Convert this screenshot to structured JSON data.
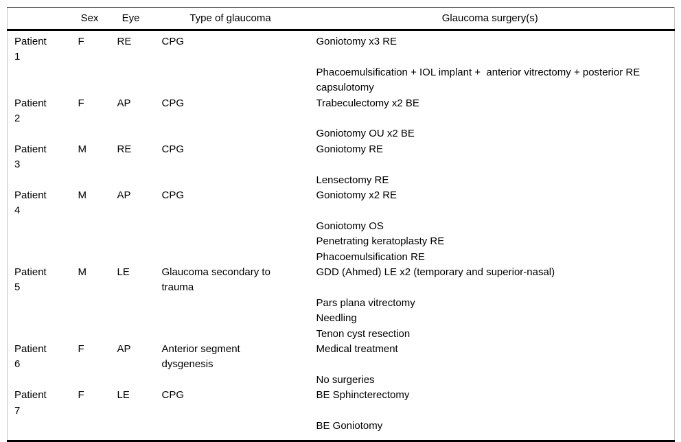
{
  "colors": {
    "text": "#000000",
    "rule_heavy": "#000000",
    "rule_top": "#000000",
    "frame_sides": "#c2c2c2",
    "background": "#ffffff"
  },
  "table": {
    "headers": [
      "",
      "Sex",
      "Eye",
      "Type of glaucoma",
      "Glaucoma surgery(s)"
    ],
    "patients": [
      {
        "label": "Patient 1",
        "sex": "F",
        "eye": "RE",
        "type": "CPG",
        "first_surgery": "Goniotomy x3 RE",
        "other_surgeries": [
          "Phacoemulsification + IOL implant +  anterior vitrectomy + posterior RE capsulotomy"
        ]
      },
      {
        "label": "Patient 2",
        "sex": "F",
        "eye": "AP",
        "type": "CPG",
        "first_surgery": "Trabeculectomy x2 BE",
        "other_surgeries": [
          "Goniotomy OU x2 BE"
        ]
      },
      {
        "label": "Patient 3",
        "sex": "M",
        "eye": "RE",
        "type": "CPG",
        "first_surgery": "Goniotomy RE",
        "other_surgeries": [
          "Lensectomy RE"
        ]
      },
      {
        "label": "Patient 4",
        "sex": "M",
        "eye": "AP",
        "type": "CPG",
        "first_surgery": "Goniotomy x2 RE",
        "other_surgeries": [
          "Goniotomy OS",
          "Penetrating keratoplasty RE",
          "Phacoemulsification RE"
        ]
      },
      {
        "label": "Patient 5",
        "sex": "M",
        "eye": "LE",
        "type": "Glaucoma secondary to trauma",
        "first_surgery": "GDD (Ahmed) LE x2 (temporary and superior-nasal)",
        "other_surgeries": [
          "Pars plana vitrectomy",
          "Needling",
          "Tenon cyst resection"
        ]
      },
      {
        "label": "Patient 6",
        "sex": "F",
        "eye": "AP",
        "type": "Anterior segment dysgenesis",
        "first_surgery": "Medical treatment",
        "other_surgeries": [
          "No surgeries"
        ]
      },
      {
        "label": "Patient 7",
        "sex": "F",
        "eye": "LE",
        "type": "CPG",
        "first_surgery": "BE Sphincterectomy",
        "other_surgeries": [
          "BE Goniotomy"
        ]
      }
    ]
  }
}
